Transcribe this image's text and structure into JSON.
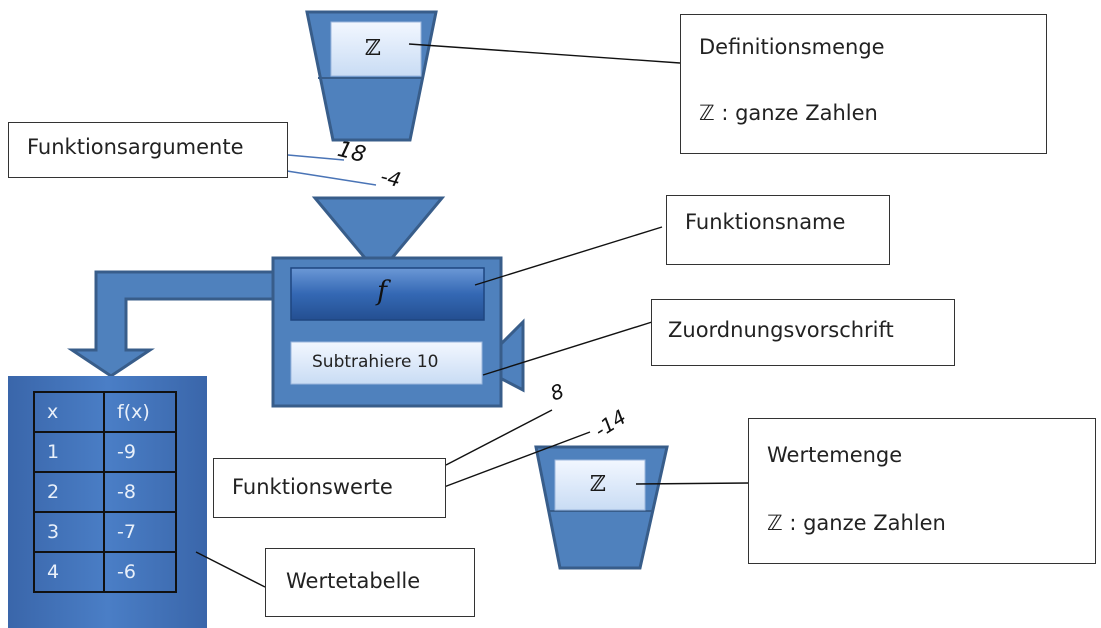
{
  "domain_set_symbol": "ℤ",
  "codomain_set_symbol": "ℤ",
  "function_symbol": "f",
  "rule_text": "Subtrahiere 10",
  "labels": {
    "definitionsmenge_title": "Definitionsmenge",
    "definitionsmenge_desc": "ℤ : ganze Zahlen",
    "wertemenge_title": "Wertemenge",
    "wertemenge_desc": "ℤ : ganze Zahlen",
    "funktionsargumente": "Funktionsargumente",
    "funktionsname": "Funktionsname",
    "zuordnungsvorschrift": "Zuordnungsvorschrift",
    "funktionswerte": "Funktionswerte",
    "wertetabelle": "Wertetabelle"
  },
  "arguments": [
    "18",
    "-4"
  ],
  "values": [
    "8",
    "-14"
  ],
  "table": {
    "headers": [
      "x",
      "f(x)"
    ],
    "rows": [
      [
        "1",
        "-9"
      ],
      [
        "2",
        "-8"
      ],
      [
        "3",
        "-7"
      ],
      [
        "4",
        "-6"
      ]
    ]
  },
  "colors": {
    "machine_fill": "#4f81bd",
    "machine_border": "#385d8a",
    "table_fill": "#3e6fb3",
    "label_button": "#dde8f7",
    "dark_button": "#2f5fa8"
  }
}
